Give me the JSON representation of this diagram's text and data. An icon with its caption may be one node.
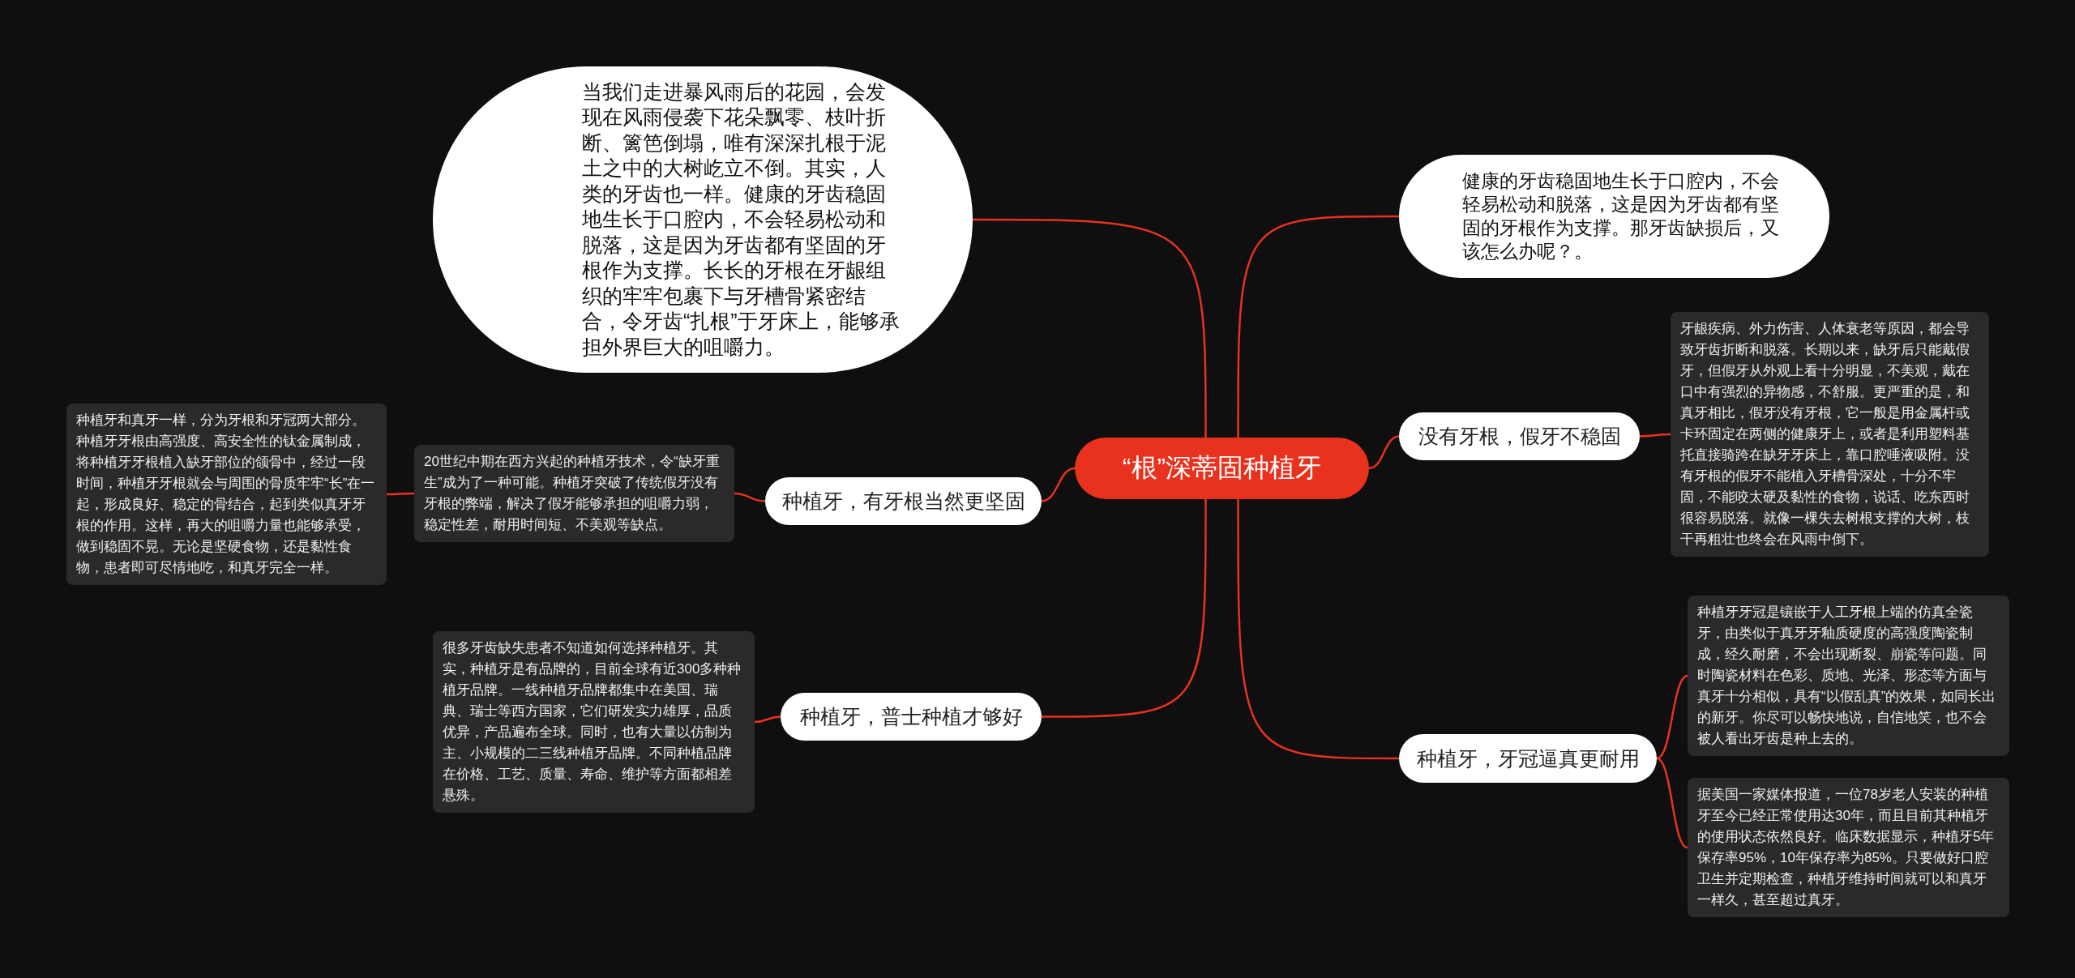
{
  "diagram": {
    "nodes": [
      {
        "text": [
          "“根”深蒂固种植牙"
        ]
      },
      {
        "text": [
          "当我们走进暴风雨后的花园，会发现在风雨侵袭下花朵飘零、枝叶折断、篱笆倒塌，唯有深深扎根于泥土之中的大树屹立不倒。其实，人类的牙齿也一样。健康的牙齿稳固地生长于口腔内，不会轻易松动和脱落，这是因为牙齿都有坚固的牙根作为支撑。长长的牙根在牙龈组织的牢牢包裹下与牙槽骨紧密结合，令牙齿“扎根”于牙床上，能够承担外界巨大的咀嚼力。"
        ]
      },
      {
        "text": [
          "健康的牙齿稳固地生长于口腔内，不会轻易松动和脱落，这是因为牙齿都有坚固的牙根作为支撑。那牙齿缺损后，又该怎么办呢？。"
        ]
      },
      {
        "text": [
          "没有牙根，假牙不稳固"
        ]
      },
      {
        "text": [
          "牙龈疾病、外力伤害、人体衰老等原因，都会导致牙齿折断和脱落。长期以来，缺牙后只能戴假牙，但假牙从外观上看十分明显，不美观，戴在口中有强烈的异物感，不舒服。更严重的是，和真牙相比，假牙没有牙根，它一般是用金属杆或卡环固定在两侧的健康牙上，或者是利用塑料基托直接骑跨在缺牙牙床上，靠口腔唾液吸附。没有牙根的假牙不能植入牙槽骨深处，十分不牢固，不能咬太硬及黏性的食物，说话、吃东西时很容易脱落。就像一棵失去树根支撑的大树，枝干再粗壮也终会在风雨中倒下。"
        ]
      },
      {
        "text": [
          "种植牙，有牙根当然更坚固"
        ]
      },
      {
        "text": [
          "20世纪中期在西方兴起的种植牙技术，令“缺牙重生”成为了一种可能。种植牙突破了传统假牙没有牙根的弊端，解决了假牙能够承担的咀嚼力弱，稳定性差，耐用时间短、不美观等缺点。"
        ]
      },
      {
        "text": [
          "种植牙和真牙一样，分为牙根和牙冠两大部分。种植牙牙根由高强度、高安全性的钛金属制成，将种植牙牙根植入缺牙部位的颌骨中，经过一段时间，种植牙牙根就会与周围的骨质牢牢“长”在一起，形成良好、稳定的骨结合，起到类似真牙牙根的作用。这样，再大的咀嚼力量也能够承受，做到稳固不晃。无论是坚硬食物，还是黏性食物，患者即可尽情地吃，和真牙完全一样。"
        ]
      },
      {
        "text": [
          "种植牙，普士种植才够好"
        ]
      },
      {
        "text": [
          "很多牙齿缺失患者不知道如何选择种植牙。其实，种植牙是有品牌的，目前全球有近300多种种植牙品牌。一线种植牙品牌都集中在美国、瑞典、瑞士等西方国家，它们研发实力雄厚，品质优异，产品遍布全球。同时，也有大量以仿制为主、小规模的二三线种植牙品牌。不同种植品牌在价格、工艺、质量、寿命、维护等方面都相差悬殊。"
        ]
      },
      {
        "text": [
          "种植牙，牙冠逼真更耐用"
        ]
      },
      {
        "text": [
          "种植牙牙冠是镶嵌于人工牙根上端的仿真全瓷牙，由类似于真牙牙釉质硬度的高强度陶瓷制成，经久耐磨，不会出现断裂、崩瓷等问题。同时陶瓷材料在色彩、质地、光泽、形态等方面与真牙十分相似，具有“以假乱真”的效果，如同长出的新牙。你尽可以畅快地说，自信地笑，也不会被人看出牙齿是种上去的。"
        ]
      },
      {
        "text": [
          "据美国一家媒体报道，一位78岁老人安装的种植牙至今已经正常使用达30年，而且目前其种植牙的使用状态依然良好。临床数据显示，种植牙5年保存率95%，10年保存率为85%。只要做好口腔卫生并定期检查，种植牙维持时间就可以和真牙一样久，甚至超过真牙。"
        ]
      }
    ],
    "edges": [
      {
        "from": 0,
        "to": 1,
        "arrow": "none"
      },
      {
        "from": 0,
        "to": 2,
        "arrow": "none"
      },
      {
        "from": 0,
        "to": 3,
        "arrow": "none"
      },
      {
        "from": 3,
        "to": 4,
        "arrow": "none"
      },
      {
        "from": 0,
        "to": 5,
        "arrow": "none"
      },
      {
        "from": 5,
        "to": 6,
        "arrow": "none"
      },
      {
        "from": 6,
        "to": 7,
        "arrow": "none"
      },
      {
        "from": 0,
        "to": 8,
        "arrow": "none"
      },
      {
        "from": 8,
        "to": 9,
        "arrow": "none"
      },
      {
        "from": 0,
        "to": 10,
        "arrow": "none"
      },
      {
        "from": 10,
        "to": 11,
        "arrow": "none"
      },
      {
        "from": 10,
        "to": 12,
        "arrow": "none"
      }
    ]
  }
}
